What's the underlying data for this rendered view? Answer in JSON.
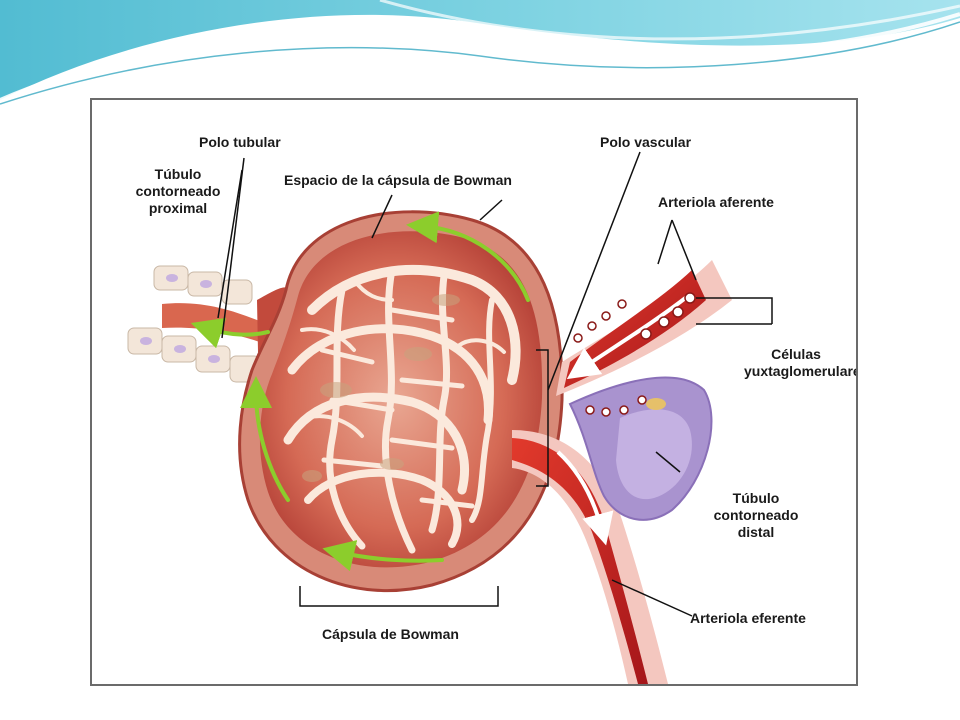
{
  "labels": {
    "polo_tubular": "Polo tubular",
    "tubulo_proximal": [
      "Túbulo",
      "contorneado",
      "proximal"
    ],
    "espacio_bowman": "Espacio de la cápsula de Bowman",
    "polo_vascular": "Polo vascular",
    "arteriola_aferente": "Arteriola aferente",
    "celulas_yuxta": [
      "Células",
      "yuxtaglomerulares"
    ],
    "tubulo_distal": [
      "Túbulo",
      "contorneado",
      "distal"
    ],
    "arteriola_eferente": "Arteriola eferente",
    "capsula_bowman": "Cápsula de Bowman"
  },
  "colors": {
    "header_teal": "#5fc3d6",
    "header_light": "#bfe9f1",
    "capsule_wall": "#b8453a",
    "capsule_light": "#e8b29a",
    "vessel_red": "#c8231f",
    "vessel_pink": "#f4c7bf",
    "capillary_white": "#fbe9dc",
    "arrow_green": "#8ccd2c",
    "distal_purple": "#a993cf",
    "cell_cream": "#f3e6d9",
    "nucleus_lilac": "#c9b3df"
  }
}
